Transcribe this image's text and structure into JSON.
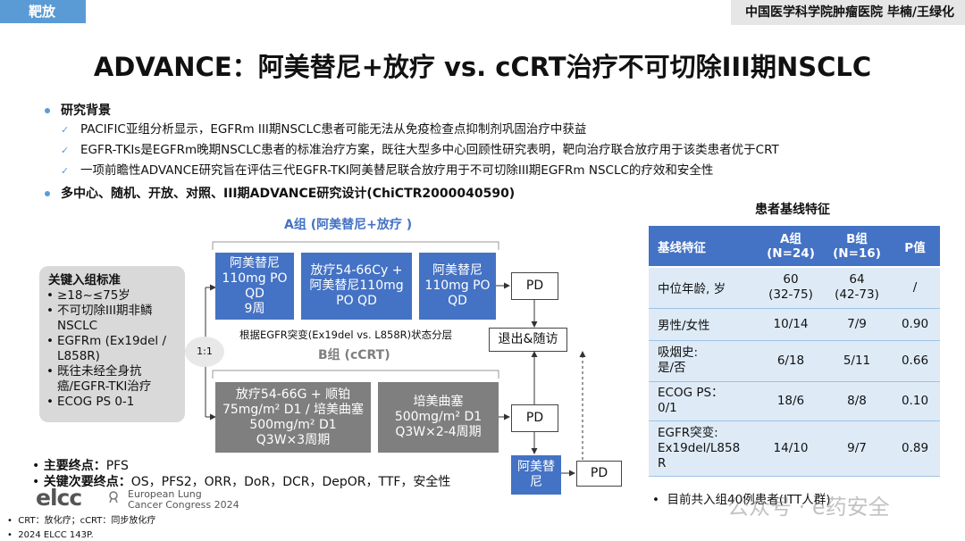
{
  "tag": "靶放",
  "institution": "中国医学科学院肿瘤医院 毕楠/王绿化",
  "title": "ADVANCE：阿美替尼+放疗 vs. cCRT治疗不可切除III期NSCLC",
  "background": {
    "heading": "研究背景",
    "items": [
      "PACIFIC亚组分析显示，EGFRm III期NSCLC患者可能无法从免疫检查点抑制剂巩固治疗中获益",
      "EGFR-TKIs是EGFRm晚期NSCLC患者的标准治疗方案，既往大型多中心回顾性研究表明，靶向治疗联合放疗用于该类患者优于CRT",
      "一项前瞻性ADVANCE研究旨在评估三代EGFR-TKI阿美替尼联合放疗用于不可切除III期EGFRm NSCLC的疗效和安全性"
    ]
  },
  "design_heading": "多中心、随机、开放、对照、III期ADVANCE研究设计(ChiCTR2000040590)",
  "diagram": {
    "inclusion_title": "关键入组标准",
    "inclusion_items": [
      "≥18~≤75岁",
      "不可切除III期非鳞NSCLC",
      "EGFRm (Ex19del / L858R)",
      "既往未经全身抗癌/EGFR-TKI治疗",
      "ECOG PS 0-1"
    ],
    "ratio": "1:1",
    "group_a_label": "A组 (阿美替尼+放疗 )",
    "group_b_label": "B组 (cCRT)",
    "strat": "根据EGFR突变(Ex19del vs. L858R)状态分层",
    "a_box1": [
      "阿美替尼",
      "110mg PO",
      "QD",
      "9周"
    ],
    "a_box2": [
      "放疗54-66Cy +",
      "阿美替尼110mg",
      "PO QD"
    ],
    "a_box3": [
      "阿美替尼",
      "110mg PO",
      "QD"
    ],
    "b_box1": [
      "放疗54-66G + 顺铂",
      "75mg/m² D1 / 培美曲塞",
      "500mg/m² D1",
      "Q3W×3周期"
    ],
    "b_box2": [
      "培美曲塞",
      "500mg/m² D1",
      "Q3W×2-4周期"
    ],
    "pd": "PD",
    "exit": "退出&随访",
    "cross_box": [
      "阿美替",
      "尼"
    ]
  },
  "endpoints": {
    "primary_label": "主要终点：",
    "primary": "PFS",
    "secondary_label": "关键次要终点：",
    "secondary": "OS，PFS2，ORR，DoR，DCR，DepOR，TTF，安全性"
  },
  "logo": {
    "brand": "elcc",
    "line1": "European Lung",
    "line2": "Cancer Congress 2024"
  },
  "footnotes": [
    "CRT：放化疗；cCRT：同步放化疗",
    "2024 ELCC 143P."
  ],
  "table": {
    "title": "患者基线特征",
    "headers": [
      "基线特征",
      "A组\n(N=24)",
      "B组\n(N=16)",
      "P值"
    ],
    "rows": [
      [
        "中位年龄, 岁",
        "60\n(32-75)",
        "64\n(42-73)",
        "/"
      ],
      [
        "男性/女性",
        "10/14",
        "7/9",
        "0.90"
      ],
      [
        "吸烟史:\n是/否",
        "6/18",
        "5/11",
        "0.66"
      ],
      [
        "ECOG PS：\n0/1",
        "18/6",
        "8/8",
        "0.10"
      ],
      [
        "EGFR突变:\nEx19del/L858\nR",
        "14/10",
        "9/7",
        "0.89"
      ]
    ],
    "note": "目前共入组40例患者(ITT人群)"
  },
  "watermark": "公众号 · e药安全"
}
